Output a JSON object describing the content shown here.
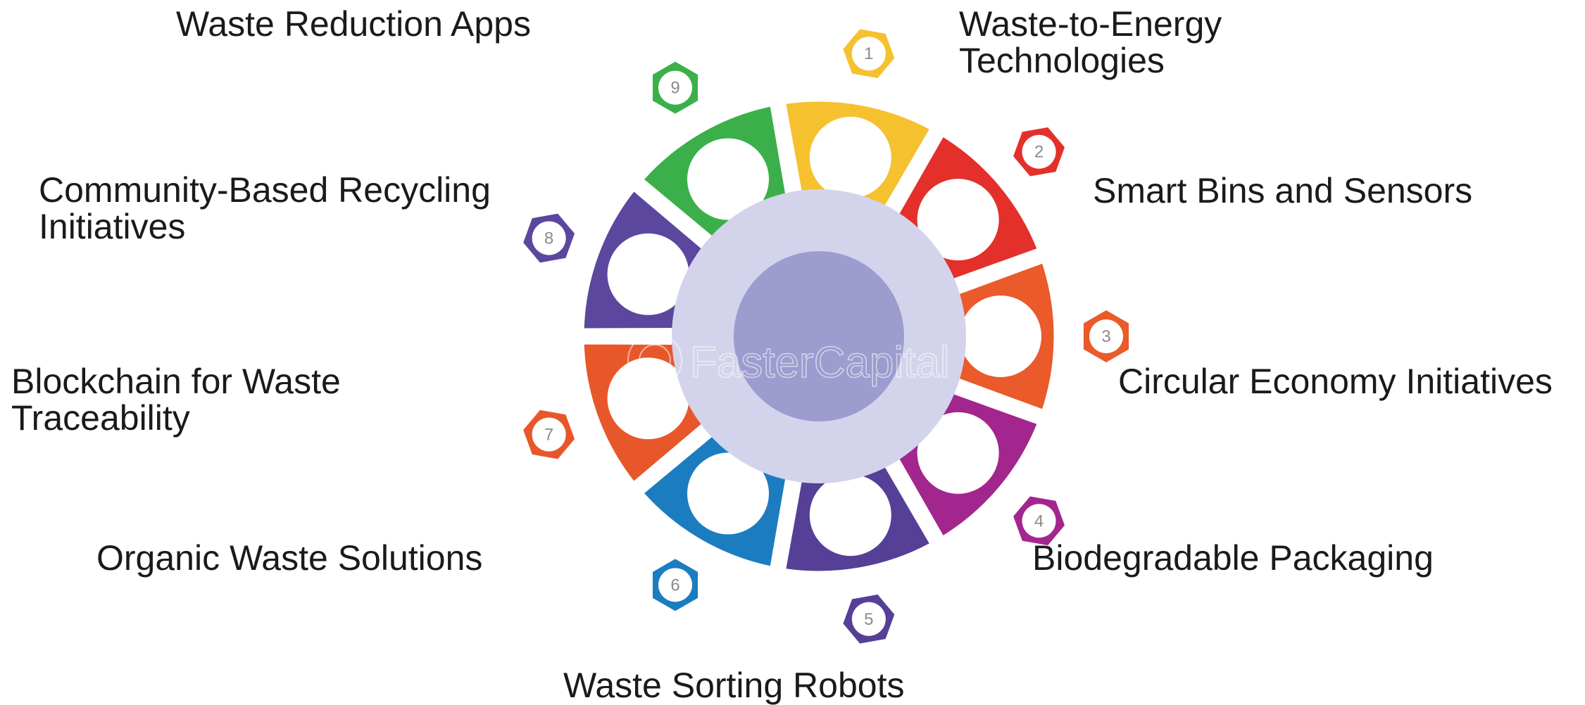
{
  "items": [
    {
      "number": "1",
      "label": "Waste-to-Energy\nTechnologies",
      "color": "#F5C12E"
    },
    {
      "number": "2",
      "label": "Smart Bins and Sensors",
      "color": "#E4302B"
    },
    {
      "number": "3",
      "label": "Circular Economy Initiatives",
      "color": "#EA5A2A"
    },
    {
      "number": "4",
      "label": "Biodegradable Packaging",
      "color": "#A3268F"
    },
    {
      "number": "5",
      "label": "Waste Sorting Robots",
      "color": "#563F96"
    },
    {
      "number": "6",
      "label": "Organic Waste Solutions",
      "color": "#1B7DC0"
    },
    {
      "number": "7",
      "label": "Blockchain for Waste\nTraceability",
      "color": "#E8572A"
    },
    {
      "number": "8",
      "label": "Community-Based Recycling\nInitiatives",
      "color": "#5B479E"
    },
    {
      "number": "9",
      "label": "Waste Reduction Apps",
      "color": "#3BB04A"
    }
  ],
  "center": {
    "outer_color": "#D3D4EC",
    "inner_color": "#9C9CCF"
  },
  "watermark": {
    "text": "FasterCapital",
    "icon_name": "fastercapital-logo-icon"
  }
}
